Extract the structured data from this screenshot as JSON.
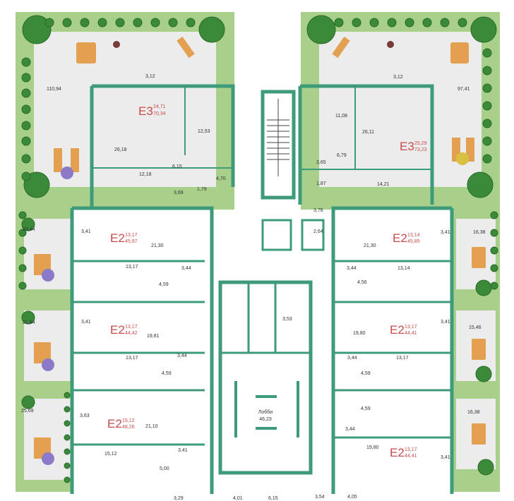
{
  "colors": {
    "wall": "#3d9b7a",
    "garden": "#a8d08a",
    "tree": "#3a8a3a",
    "paving": "#e9e9e9",
    "label": "#c94b4b"
  },
  "lobby": {
    "name": "Лобби",
    "area": "46,23"
  },
  "apartments": [
    {
      "type": "E3",
      "living": "24,71",
      "total": "70,34"
    },
    {
      "type": "E3",
      "living": "25,29",
      "total": "73,23"
    },
    {
      "type": "E2",
      "living": "13,17",
      "total": "45,97"
    },
    {
      "type": "E2",
      "living": "13,14",
      "total": "45,85"
    },
    {
      "type": "E2",
      "living": "13,17",
      "total": "44,42"
    },
    {
      "type": "E2",
      "living": "13,17",
      "total": "44,41"
    },
    {
      "type": "E2",
      "living": "15,12",
      "total": "48,26"
    },
    {
      "type": "E2",
      "living": "13,17",
      "total": "44,41"
    }
  ],
  "areas": [
    "110,94",
    "3,12",
    "12,53",
    "26,18",
    "12,18",
    "6,15",
    "3,69",
    "1,79",
    "4,70",
    "97,41",
    "3,12",
    "11,08",
    "26,11",
    "6,79",
    "3,65",
    "1,87",
    "14,21",
    "3,76",
    "2,64",
    "23,44",
    "3,41",
    "21,30",
    "13,17",
    "3,44",
    "4,59",
    "21,30",
    "3,41",
    "16,38",
    "3,44",
    "13,14",
    "4,56",
    "21,94",
    "3,41",
    "19,81",
    "3,53",
    "19,80",
    "3,41",
    "15,46",
    "13,17",
    "3,44",
    "4,59",
    "3,44",
    "13,17",
    "4,59",
    "25,69",
    "3,63",
    "21,10",
    "4,59",
    "3,44",
    "16,38",
    "15,12",
    "3,41",
    "5,00",
    "19,80",
    "3,41",
    "6,15",
    "3,54",
    "4,05",
    "3,29",
    "4,01"
  ]
}
